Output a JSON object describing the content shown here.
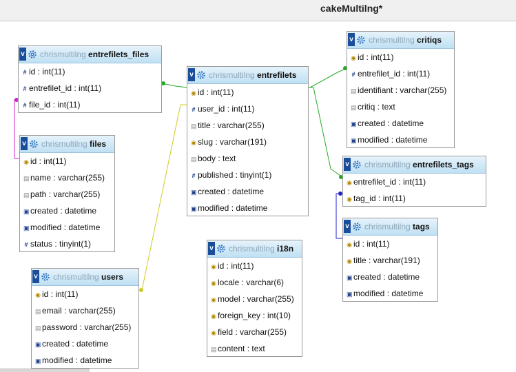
{
  "app": {
    "title": "cakeMultilng*"
  },
  "db_name": "chrismultilng",
  "tables": {
    "entrefilets_files": {
      "name": "entrefilets_files",
      "columns": [
        {
          "icon": "num",
          "text": "id : int(11)"
        },
        {
          "icon": "num",
          "text": "entrefilet_id : int(11)"
        },
        {
          "icon": "num",
          "text": "file_id : int(11)"
        }
      ]
    },
    "files": {
      "name": "files",
      "columns": [
        {
          "icon": "key",
          "text": "id : int(11)"
        },
        {
          "icon": "txt",
          "text": "name : varchar(255)"
        },
        {
          "icon": "txt",
          "text": "path : varchar(255)"
        },
        {
          "icon": "date",
          "text": "created : datetime"
        },
        {
          "icon": "date",
          "text": "modified : datetime"
        },
        {
          "icon": "num",
          "text": "status : tinyint(1)"
        }
      ]
    },
    "users": {
      "name": "users",
      "columns": [
        {
          "icon": "key",
          "text": "id : int(11)"
        },
        {
          "icon": "txt",
          "text": "email : varchar(255)"
        },
        {
          "icon": "txt",
          "text": "password : varchar(255)"
        },
        {
          "icon": "date",
          "text": "created : datetime"
        },
        {
          "icon": "date",
          "text": "modified : datetime"
        }
      ]
    },
    "entrefilets": {
      "name": "entrefilets",
      "columns": [
        {
          "icon": "key",
          "text": "id : int(11)"
        },
        {
          "icon": "num",
          "text": "user_id : int(11)"
        },
        {
          "icon": "txt",
          "text": "title : varchar(255)"
        },
        {
          "icon": "key",
          "text": "slug : varchar(191)"
        },
        {
          "icon": "txt",
          "text": "body : text"
        },
        {
          "icon": "num",
          "text": "published : tinyint(1)"
        },
        {
          "icon": "date",
          "text": "created : datetime"
        },
        {
          "icon": "date",
          "text": "modified : datetime"
        }
      ]
    },
    "i18n": {
      "name": "i18n",
      "columns": [
        {
          "icon": "key",
          "text": "id : int(11)"
        },
        {
          "icon": "key",
          "text": "locale : varchar(6)"
        },
        {
          "icon": "key",
          "text": "model : varchar(255)"
        },
        {
          "icon": "key",
          "text": "foreign_key : int(10)"
        },
        {
          "icon": "key",
          "text": "field : varchar(255)"
        },
        {
          "icon": "txt",
          "text": "content : text"
        }
      ]
    },
    "critiqs": {
      "name": "critiqs",
      "columns": [
        {
          "icon": "key",
          "text": "id : int(11)"
        },
        {
          "icon": "num",
          "text": "entrefilet_id : int(11)"
        },
        {
          "icon": "txt",
          "text": "identifiant : varchar(255)"
        },
        {
          "icon": "txt",
          "text": "critiq : text"
        },
        {
          "icon": "date",
          "text": "created : datetime"
        },
        {
          "icon": "date",
          "text": "modified : datetime"
        }
      ]
    },
    "entrefilets_tags": {
      "name": "entrefilets_tags",
      "columns": [
        {
          "icon": "key",
          "text": "entrefilet_id : int(11)"
        },
        {
          "icon": "key",
          "text": "tag_id : int(11)"
        }
      ]
    },
    "tags": {
      "name": "tags",
      "columns": [
        {
          "icon": "key",
          "text": "id : int(11)"
        },
        {
          "icon": "key",
          "text": "title : varchar(191)"
        },
        {
          "icon": "date",
          "text": "created : datetime"
        },
        {
          "icon": "date",
          "text": "modified : datetime"
        }
      ]
    }
  },
  "relations": [
    {
      "from": "entrefilets_files.entrefilet_id",
      "to": "entrefilets.id",
      "color": "#22aa22"
    },
    {
      "from": "entrefilets_files.file_id",
      "to": "files.id",
      "color": "#cc22cc"
    },
    {
      "from": "entrefilets.user_id",
      "to": "users.id",
      "color": "#cccc22"
    },
    {
      "from": "critiqs.entrefilet_id",
      "to": "entrefilets.id",
      "color": "#22aa22"
    },
    {
      "from": "entrefilets_tags.entrefilet_id",
      "to": "entrefilets.id",
      "color": "#22aa22"
    },
    {
      "from": "entrefilets_tags.tag_id",
      "to": "tags.id",
      "color": "#2222cc"
    }
  ]
}
